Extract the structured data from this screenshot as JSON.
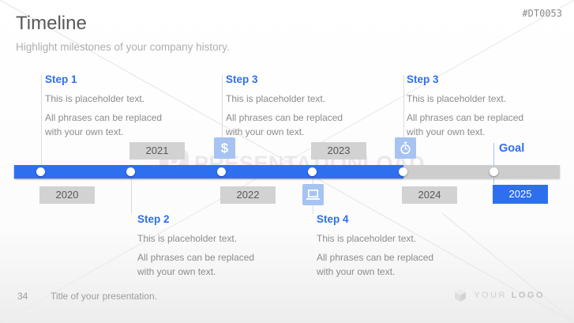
{
  "page_code": "#DT0053",
  "header": {
    "title": "Timeline",
    "subtitle": "Highlight milestones of your company history."
  },
  "steps": [
    {
      "title": "Step 1",
      "p1": "This is placeholder text.",
      "p2": "All phrases can be replaced with your own text."
    },
    {
      "title": "Step 2",
      "p1": "This is placeholder text.",
      "p2": "All phrases can be replaced with your own text."
    },
    {
      "title": "Step 3",
      "p1": "This is placeholder text.",
      "p2": "All phrases can be replaced with your own text."
    },
    {
      "title": "Step 4",
      "p1": "This is placeholder text.",
      "p2": "All phrases can be replaced with your own text."
    },
    {
      "title": "Step 3",
      "p1": "This is placeholder text.",
      "p2": "All phrases can be replaced with your own text."
    }
  ],
  "years": [
    "2020",
    "2021",
    "2022",
    "2023",
    "2024",
    "2025"
  ],
  "goal_label": "Goal",
  "icons": {
    "dollar_glyph": "$",
    "stopwatch": "stopwatch-icon",
    "laptop": "laptop-icon"
  },
  "watermark": {
    "logo_letter": "P",
    "text": "PRESENTATIONLOAD"
  },
  "footer": {
    "page_number": "34",
    "presentation_title": "Title of your presentation.",
    "logo_word_1": "YOUR",
    "logo_word_2": "LOGO"
  },
  "colors": {
    "accent_blue": "#2E6FF0",
    "light_blue": "#A6C3F2",
    "gray_bar": "#CDCDCD",
    "year_box_bg": "#D2D2D2",
    "body_text_gray": "#8C8C8C",
    "title_gray": "#595959"
  }
}
